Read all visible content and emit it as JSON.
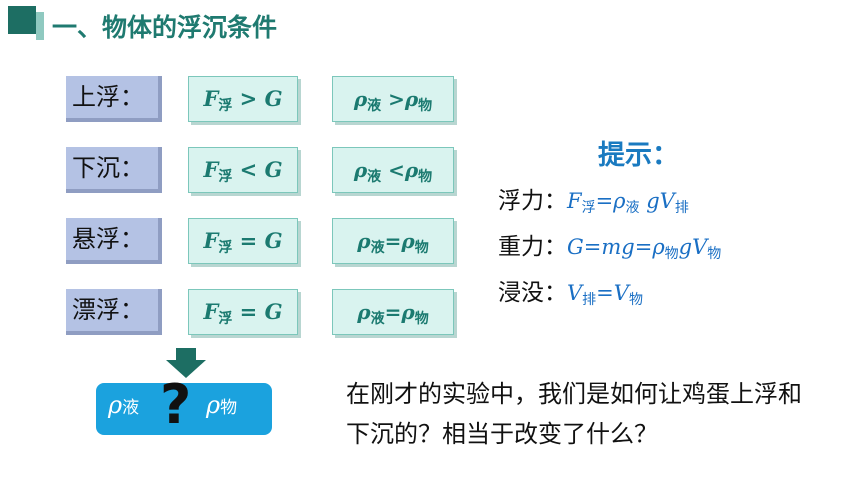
{
  "title": "一、物体的浮沉条件",
  "rows": [
    {
      "condition": "上浮：",
      "f_sym": "F",
      "f_sub": "浮",
      "f_rel": " > ",
      "f_rhs": "G",
      "rho1": "ρ",
      "rho1_sub": "液",
      "rho_rel": " >",
      "rho2": "ρ",
      "rho2_sub": "物"
    },
    {
      "condition": "下沉：",
      "f_sym": "F",
      "f_sub": "浮",
      "f_rel": " < ",
      "f_rhs": "G",
      "rho1": "ρ",
      "rho1_sub": "液",
      "rho_rel": " <",
      "rho2": "ρ",
      "rho2_sub": "物"
    },
    {
      "condition": "悬浮：",
      "f_sym": "F",
      "f_sub": "浮",
      "f_rel": " = ",
      "f_rhs": "G",
      "rho1": "ρ",
      "rho1_sub": "液",
      "rho_rel": "=",
      "rho2": "ρ",
      "rho2_sub": "物"
    },
    {
      "condition": "漂浮：",
      "f_sym": "F",
      "f_sub": "浮",
      "f_rel": " = ",
      "f_rhs": "G",
      "rho1": "ρ",
      "rho1_sub": "液",
      "rho_rel": "=",
      "rho2": "ρ",
      "rho2_sub": "物"
    }
  ],
  "compare_box": {
    "left": "ρ",
    "left_sub": "液",
    "question": "?",
    "right": "ρ",
    "right_sub": "物"
  },
  "hint": {
    "title": "提示：",
    "buoyancy_label": "浮力：",
    "buoyancy_formula": [
      "F",
      "浮",
      "=ρ",
      "液",
      " gV",
      "排"
    ],
    "gravity_label": "重力：",
    "gravity_formula": [
      "G=mg=ρ",
      "物",
      "gV",
      "物"
    ],
    "immersed_label": "浸没：",
    "immersed_formula": [
      "V",
      "排",
      "=V",
      "物"
    ]
  },
  "question": "在刚才的实验中，我们是如何让鸡蛋上浮和下沉的？相当于改变了什么？",
  "colors": {
    "title": "#1f7a70",
    "cond_box": "#b4c2e4",
    "formula_box": "#d9f3ef",
    "blue_box": "#1ba2de",
    "hint_title": "#1a7ac0"
  }
}
